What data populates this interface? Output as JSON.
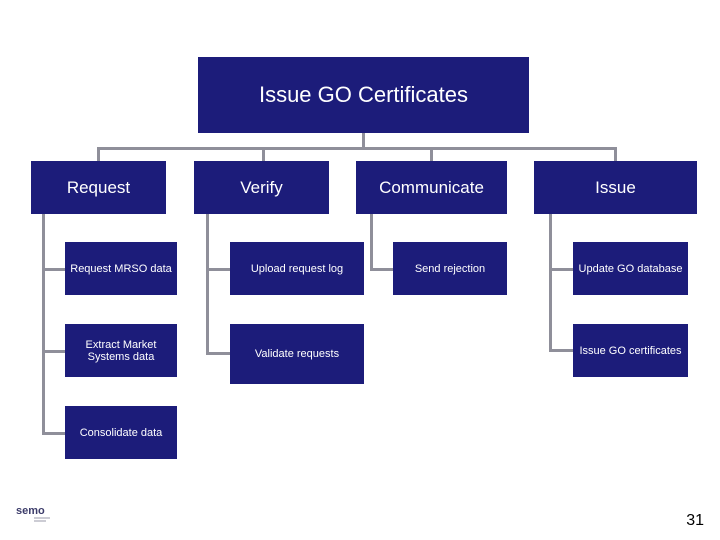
{
  "diagram": {
    "root": "Issue GO Certificates",
    "branches": [
      {
        "label": "Request",
        "children": [
          "Request MRSO data",
          "Extract Market Systems data",
          "Consolidate data"
        ]
      },
      {
        "label": "Verify",
        "children": [
          "Upload request log",
          "Validate requests"
        ]
      },
      {
        "label": "Communicate",
        "children": [
          "Send rejection"
        ]
      },
      {
        "label": "Issue",
        "children": [
          "Update GO database",
          "Issue GO certificates"
        ]
      }
    ]
  },
  "footer": {
    "page_number": "31",
    "logo_text": "semo"
  },
  "colors": {
    "box": "#1c1c7a",
    "connector": "#8f8f9a",
    "text": "#ffffff"
  }
}
